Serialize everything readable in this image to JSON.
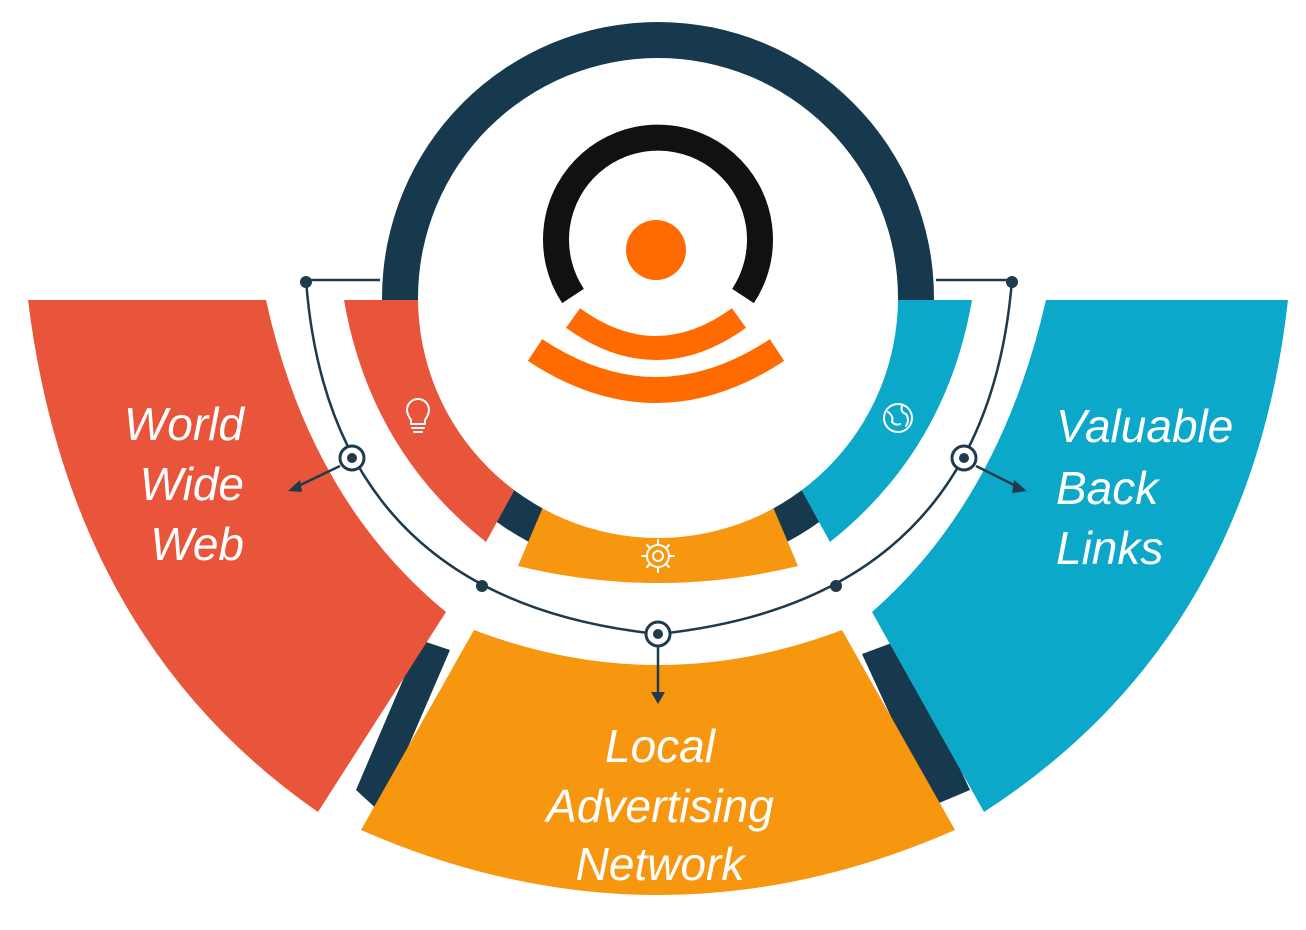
{
  "colors": {
    "navy": "#16394e",
    "red": "#e8553a",
    "orange": "#f7960f",
    "cyan": "#0ba8c9",
    "logo_orange": "#ff6b00",
    "logo_black": "#111111"
  },
  "segments": {
    "left": {
      "lines": [
        "World",
        "Wide",
        "Web"
      ],
      "icon": "lightbulb-icon",
      "color": "#e8553a"
    },
    "bottom": {
      "lines": [
        "Local",
        "Advertising",
        "Network"
      ],
      "icon": "gear-icon",
      "color": "#f7960f"
    },
    "right": {
      "lines": [
        "Valuable",
        "Back",
        "Links"
      ],
      "icon": "globe-icon",
      "color": "#0ba8c9"
    }
  },
  "logo": {
    "icon": "signal-broadcast-logo-icon"
  }
}
